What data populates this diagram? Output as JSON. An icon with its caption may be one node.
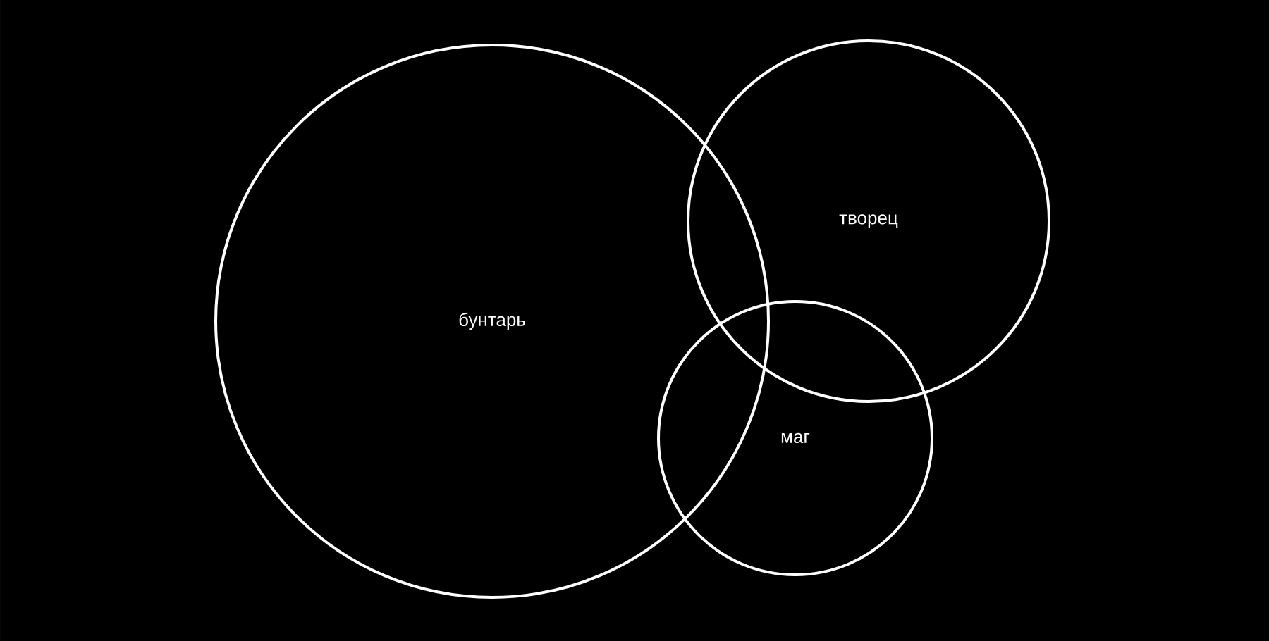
{
  "diagram": {
    "nodes": [
      {
        "text": [
          "бунтарь"
        ]
      },
      {
        "text": [
          "творец"
        ]
      },
      {
        "text": [
          "маг"
        ]
      }
    ]
  }
}
